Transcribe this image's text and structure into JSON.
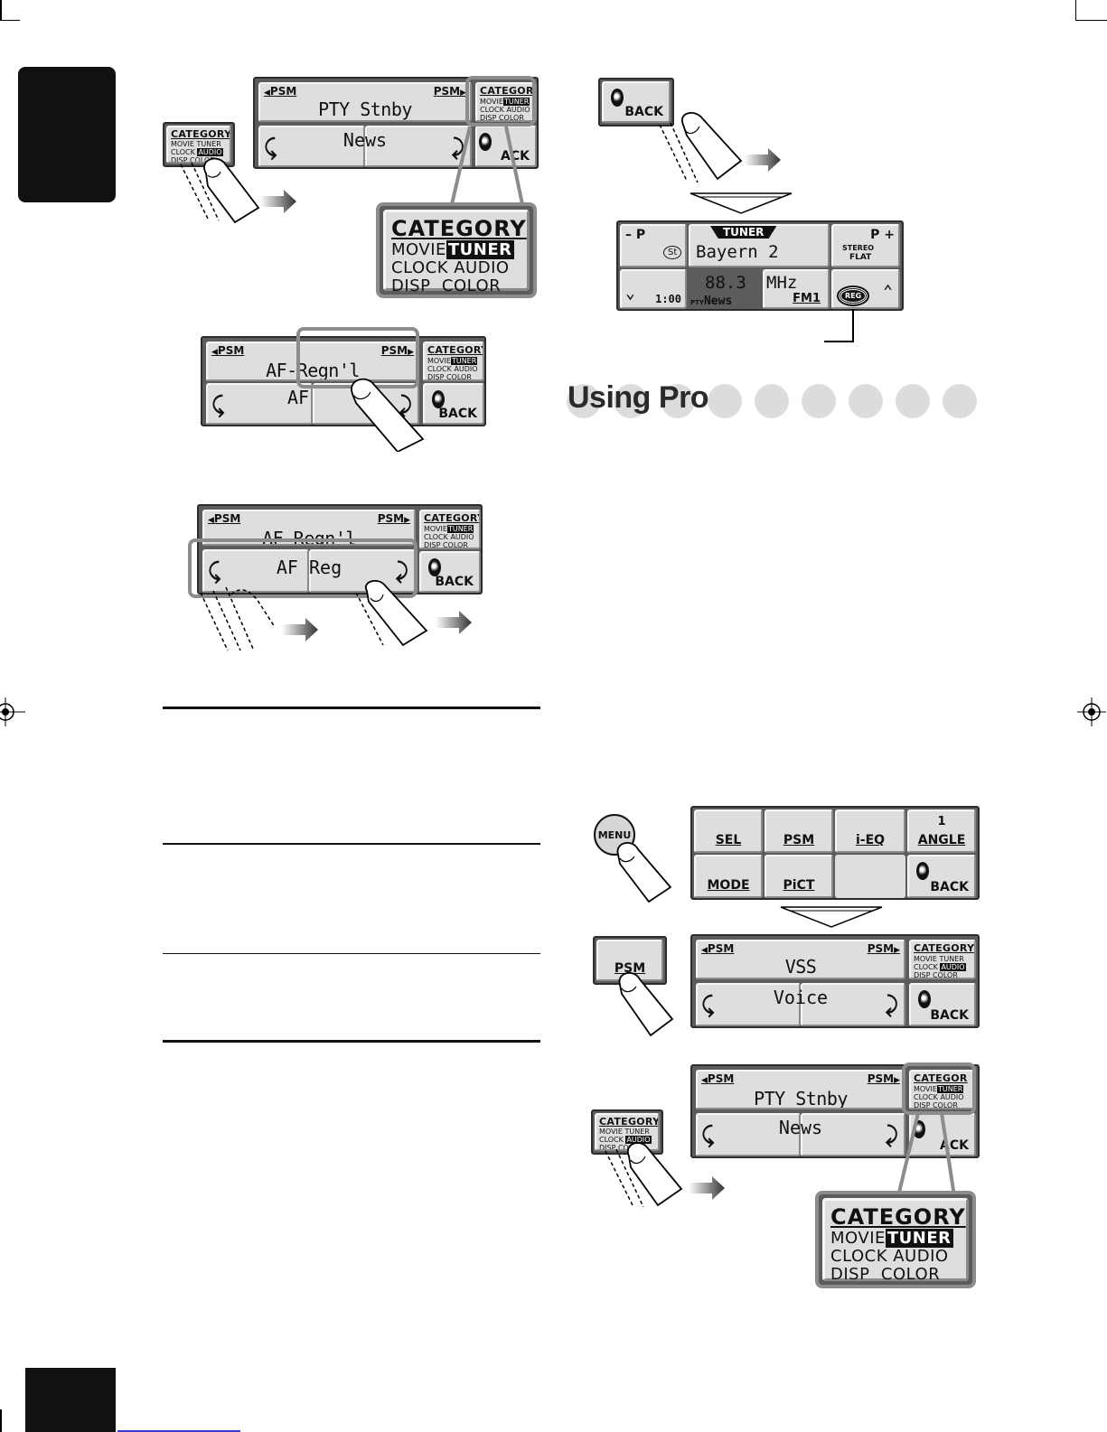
{
  "labels": {
    "psm": "PSM",
    "category": "CATEGORY",
    "category_cut": "CATEGOR",
    "movie": "MOVIE",
    "tuner": "TUNER",
    "clock": "CLOCK",
    "audio": "AUDIO",
    "disp": "DISP",
    "color": "COLOR",
    "back": "BACK",
    "back_cut": "ACK",
    "back_cut2": "BACK"
  },
  "panel1": {
    "top_text": "PTY Stnby",
    "bottom_text": "News"
  },
  "panel2": {
    "top_text": "AF-Regn'l",
    "bottom_text": "AF"
  },
  "panel3": {
    "top_text": "AF-Regn'l",
    "bottom_text": "AF Reg"
  },
  "tuner_panel": {
    "minus_p": "– P",
    "plus_p": "P +",
    "st_icon": "St",
    "tuner_tab": "TUNER",
    "station": "Bayern 2",
    "stereo": "STEREO",
    "flat": "FLAT",
    "time": "1:00",
    "pty_icon": "PTY",
    "pty_text": "News",
    "freq": "88.3",
    "unit": "MHz",
    "band": "FM1",
    "reg": "REG"
  },
  "heading": {
    "text": "Using Pro"
  },
  "menu_panel": {
    "menu_button": "MENU",
    "sel": "SEL",
    "psm": "PSM",
    "ieq": "i-EQ",
    "angle_num": "1",
    "angle": "ANGLE",
    "mode": "MODE",
    "pict": "PiCT"
  },
  "panel_vss": {
    "psm_button": "PSM",
    "top_text": "VSS",
    "bottom_text": "Voice"
  },
  "panel_pty2": {
    "top_text": "PTY Stnby",
    "bottom_text": "News"
  }
}
